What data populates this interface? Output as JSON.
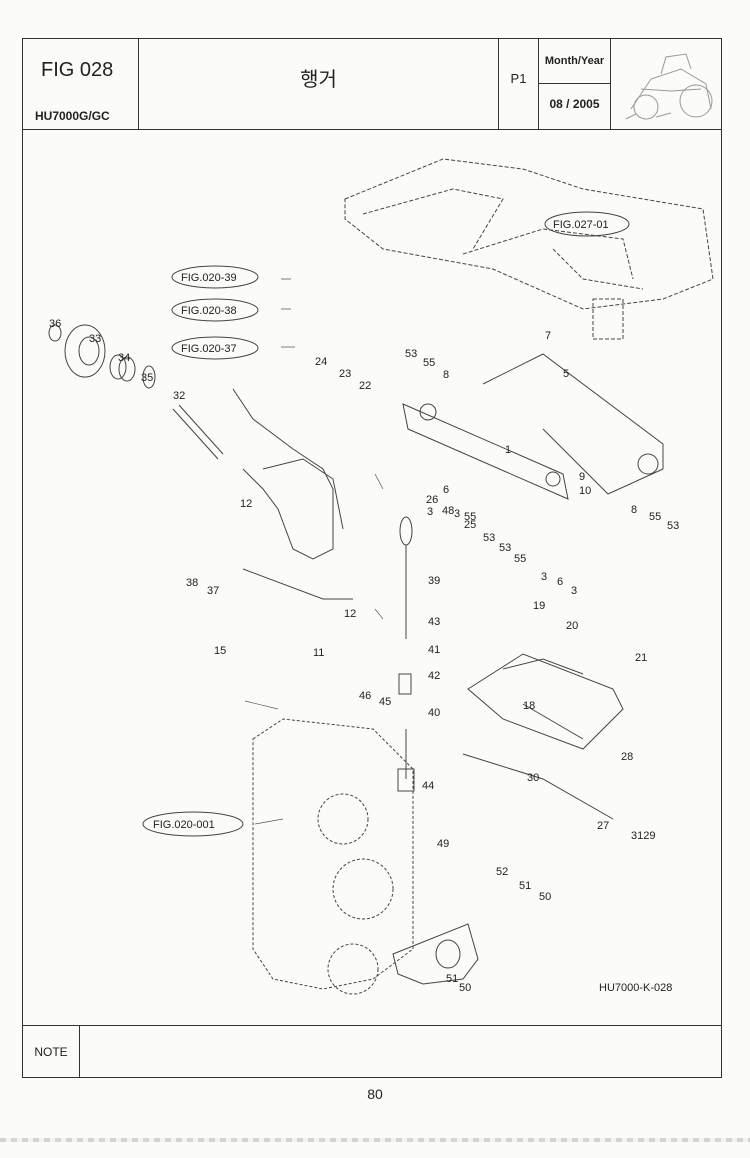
{
  "header": {
    "fig_number": "FIG 028",
    "model": "HU7000G/GC",
    "title": "행거",
    "page": "P1",
    "month_year_label": "Month/Year",
    "month_year_value": "08 / 2005"
  },
  "references": {
    "fig_027_01": "FIG.027-01",
    "fig_020_39": "FIG.020-39",
    "fig_020_38": "FIG.020-38",
    "fig_020_37": "FIG.020-37",
    "fig_020_001": "FIG.020-001"
  },
  "callouts": {
    "p1": "1",
    "p3": "3",
    "p5": "5",
    "p6": "6",
    "p7": "7",
    "p8": "8",
    "p9": "9",
    "p10": "10",
    "p11": "11",
    "p12": "12",
    "p15": "15",
    "p18": "18",
    "p19": "19",
    "p20": "20",
    "p21": "21",
    "p22": "22",
    "p23": "23",
    "p24": "24",
    "p25": "25",
    "p26": "26",
    "p27": "27",
    "p28": "28",
    "p30": "30",
    "p3129": "3129",
    "p32": "32",
    "p33": "33",
    "p34": "34",
    "p35": "35",
    "p36": "36",
    "p37": "37",
    "p38": "38",
    "p39": "39",
    "p40": "40",
    "p41": "41",
    "p42": "42",
    "p43": "43",
    "p44": "44",
    "p45": "45",
    "p46": "46",
    "p48": "48",
    "p49": "49",
    "p50": "50",
    "p51": "51",
    "p52": "52",
    "p53": "53",
    "p55": "55"
  },
  "drawing_code": "HU7000-K-028",
  "note_label": "NOTE",
  "page_number": "80"
}
